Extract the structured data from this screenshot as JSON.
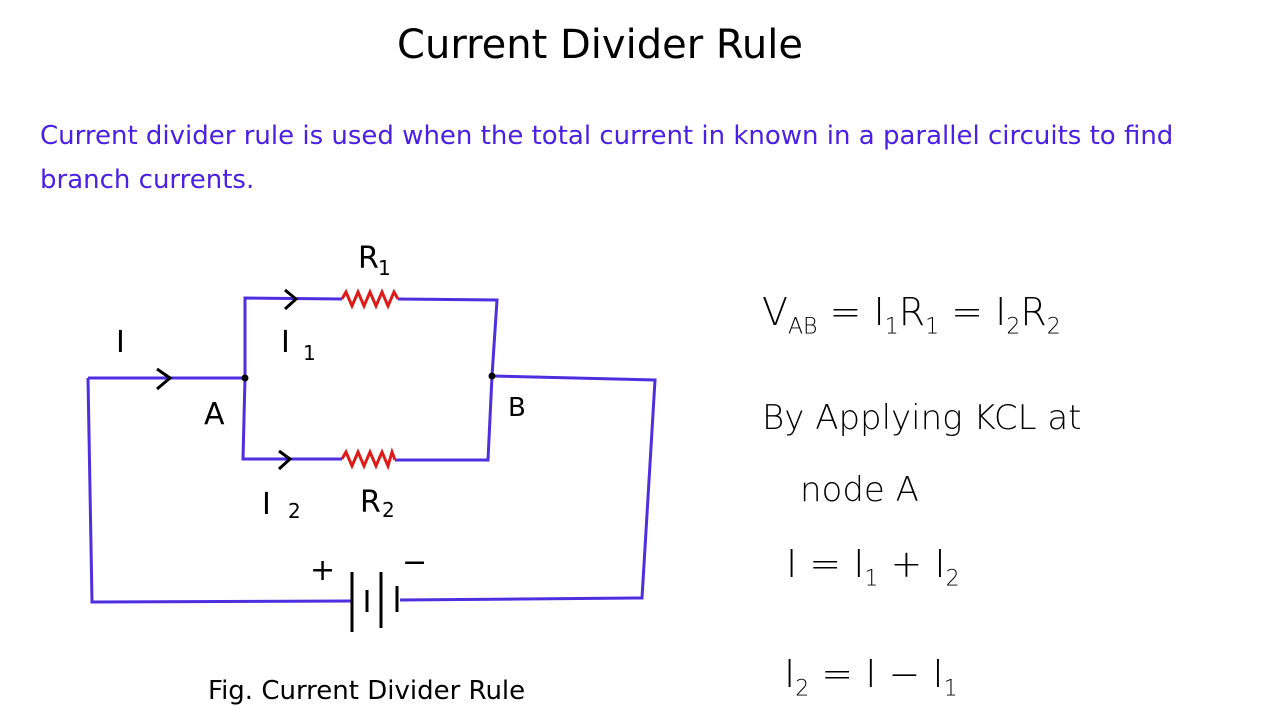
{
  "title": "Current Divider Rule",
  "intro": "Current divider rule is used when the total current in known in a parallel circuits to find branch currents.",
  "caption": "Fig. Current Divider Rule",
  "circuit": {
    "labels": {
      "I": "I",
      "I1": "I",
      "I1_sub": "1",
      "I2": "I",
      "I2_sub": "2",
      "R1": "R",
      "R1_sub": "1",
      "R2": "R",
      "R2_sub": "2",
      "A": "A",
      "B": "B",
      "plus": "+",
      "minus": "−"
    },
    "colors": {
      "wire": "#4f2ee0",
      "resistor": "#e01a1a"
    }
  },
  "equations": {
    "vab": {
      "V": "V",
      "V_sub": "AB",
      "rest1": " = I",
      "s1": "1",
      "r1": "R",
      "s2": "1",
      "rest2": " = I",
      "s3": "2",
      "r2": "R",
      "s4": "2"
    },
    "kcl_line1": "By  Applying  KCL  at",
    "kcl_line2": "node  A",
    "sum": {
      "a": "I  =  I",
      "s1": "1",
      "b": " + I",
      "s2": "2"
    },
    "diff": {
      "a": "I",
      "s1": "2",
      "b": "  =  I − I",
      "s2": "1"
    }
  }
}
